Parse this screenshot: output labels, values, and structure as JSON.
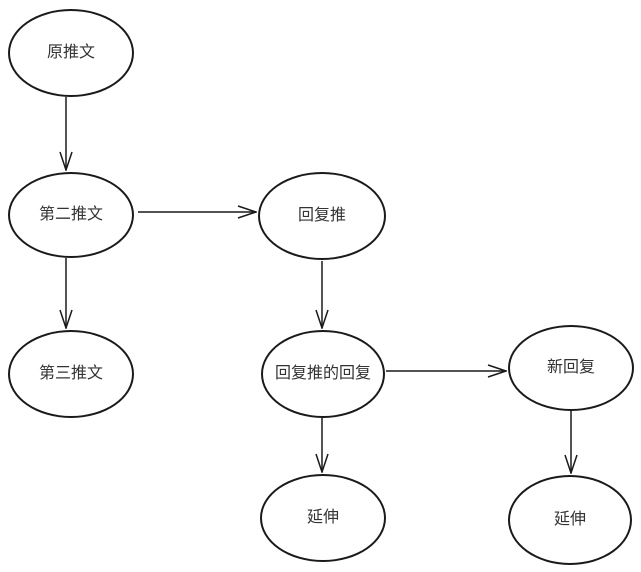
{
  "diagram": {
    "background_color": "#ffffff",
    "stroke_color": "#1a1a1a",
    "text_color": "#333333",
    "node_shape": "ellipse",
    "nodes": [
      {
        "id": "original-tweet",
        "label": "原推文"
      },
      {
        "id": "second-tweet",
        "label": "第二推文"
      },
      {
        "id": "third-tweet",
        "label": "第三推文"
      },
      {
        "id": "reply-tweet",
        "label": "回复推"
      },
      {
        "id": "reply-to-reply",
        "label": "回复推的回复"
      },
      {
        "id": "new-reply",
        "label": "新回复"
      },
      {
        "id": "extension-left",
        "label": "延伸"
      },
      {
        "id": "extension-right",
        "label": "延伸"
      }
    ],
    "edges": [
      {
        "from": "original-tweet",
        "to": "second-tweet",
        "arrow": "open-v"
      },
      {
        "from": "second-tweet",
        "to": "third-tweet",
        "arrow": "open-v"
      },
      {
        "from": "second-tweet",
        "to": "reply-tweet",
        "arrow": "open-v"
      },
      {
        "from": "reply-tweet",
        "to": "reply-to-reply",
        "arrow": "open-v"
      },
      {
        "from": "reply-to-reply",
        "to": "new-reply",
        "arrow": "open-v"
      },
      {
        "from": "reply-to-reply",
        "to": "extension-left",
        "arrow": "open-v"
      },
      {
        "from": "new-reply",
        "to": "extension-right",
        "arrow": "open-v"
      }
    ]
  }
}
